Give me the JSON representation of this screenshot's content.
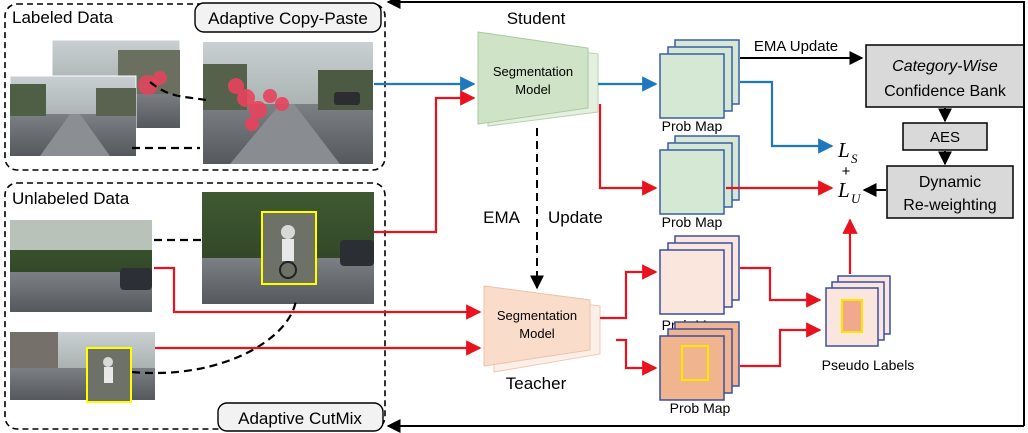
{
  "diagram": {
    "groups": {
      "labeled": "Labeled Data",
      "unlabeled": "Unlabeled Data"
    },
    "augment": {
      "copy_paste": "Adaptive Copy-Paste",
      "cutmix": "Adaptive CutMix"
    },
    "student": {
      "title": "Student",
      "model_line1": "Segmentation",
      "model_line2": "Model"
    },
    "teacher": {
      "title": "Teacher",
      "model_line1": "Segmentation",
      "model_line2": "Model"
    },
    "ema": {
      "left": "EMA",
      "right": "Update",
      "top": "EMA Update"
    },
    "prob_map": "Prob Map",
    "pseudo_labels": "Pseudo Labels",
    "bank": {
      "line1": "Category-Wise",
      "line2": "Confidence Bank"
    },
    "aes": "AES",
    "reweight": {
      "line1": "Dynamic",
      "line2": "Re-weighting"
    },
    "loss": {
      "symbol": "L",
      "sup_sub": "S",
      "plus": "+",
      "unsup_sub": "U"
    },
    "colors": {
      "student_green": "#d5e8d4",
      "student_green_dark": "#bcd6b6",
      "teacher_peach": "#fae6dc",
      "teacher_peach_dark": "#f0b48f",
      "blue_arrow": "#1f77c0",
      "red_arrow": "#e8121f",
      "gray_box": "#d9d9d9",
      "pseudo_highlight": "#ffe600",
      "cutmix_box": "#ffff00"
    }
  }
}
